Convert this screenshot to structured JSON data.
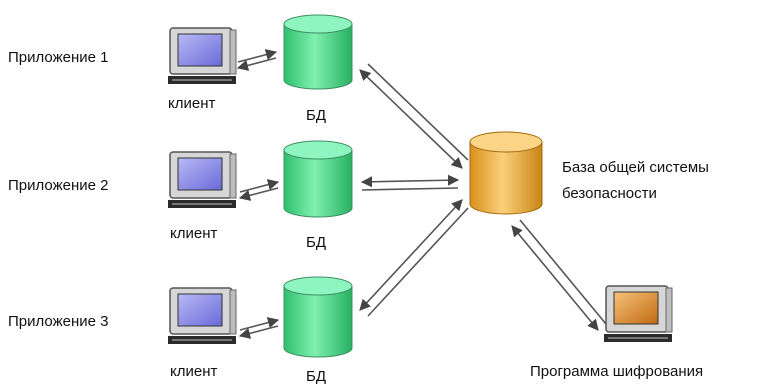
{
  "apps": [
    {
      "label": "Приложение 1",
      "client_label": "клиент",
      "db_label": "БД"
    },
    {
      "label": "Приложение 2",
      "client_label": "клиент",
      "db_label": "БД"
    },
    {
      "label": "Приложение 3",
      "client_label": "клиент",
      "db_label": "БД"
    }
  ],
  "central_db": {
    "label_line1": "База общей системы",
    "label_line2": "безопасности"
  },
  "encryption": {
    "label": "Программа шифрования"
  },
  "colors": {
    "db_green": "#5fe39a",
    "db_orange": "#f0b84a",
    "monitor_screen": "#8a8ae0",
    "encryption_screen": "#e08a2a",
    "arrow": "#555555"
  }
}
